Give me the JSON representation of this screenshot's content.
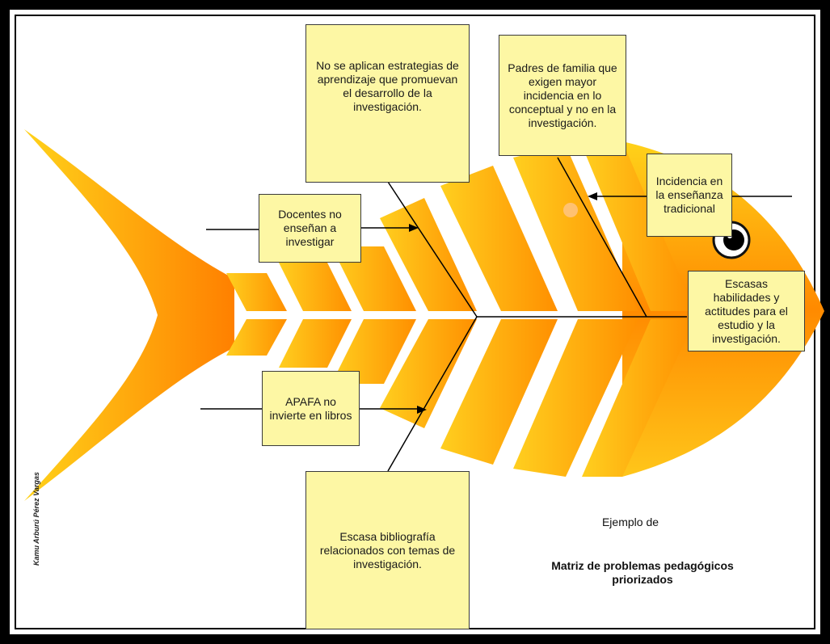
{
  "notes": {
    "top_left": "No se aplican estrategias de aprendizaje que promuevan el desarrollo de la investigación.",
    "top_right": "Padres de familia que exigen mayor incidencia en lo conceptual y no en la investigación.",
    "upper_left": "Docentes no enseñan a investigar",
    "upper_right": "Incidencia en la enseñanza tradicional",
    "head": "Escasas habilidades y actitudes para el estudio y la investigación.",
    "lower_left": "APAFA no invierte en libros",
    "bottom": "Escasa bibliografía relacionados con temas de investigación."
  },
  "caption": {
    "intro": "Ejemplo de",
    "title": "Matriz de problemas pedagógicos priorizados"
  },
  "author": "Kamu Arburú Pérez Vargas",
  "colors": {
    "fish_light": "#ffd21a",
    "fish_dark": "#ff8a00",
    "note_fill": "#fdf7a4",
    "frame": "#000000"
  }
}
